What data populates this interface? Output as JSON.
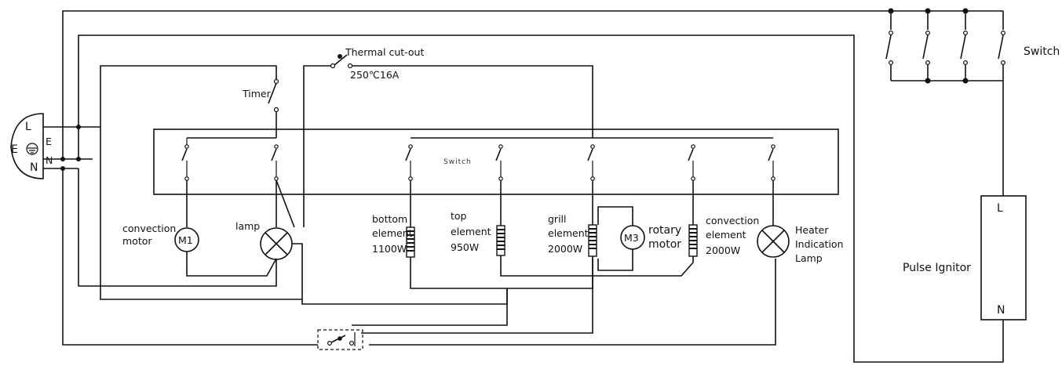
{
  "plug": {
    "L": "L",
    "E": "E",
    "N": "N"
  },
  "labels": {
    "thermal_cutout": "Thermal cut-out",
    "thermal_rating": "250℃16A",
    "timer": "Timer",
    "switch_bank": "Switch",
    "switch_right": "Switch",
    "convection_motor_1": "convection",
    "convection_motor_2": "motor",
    "m1": "M1",
    "lamp": "lamp",
    "bottom_1": "bottom",
    "bottom_2": "element",
    "bottom_3": "1100W",
    "top_1": "top",
    "top_2": "element",
    "top_3": "950W",
    "grill_1": "grill",
    "grill_2": "element",
    "grill_3": "2000W",
    "m3": "M3",
    "rotary_1": "rotary",
    "rotary_2": "motor",
    "conv_el_1": "convection",
    "conv_el_2": "element",
    "conv_el_3": "2000W",
    "heater_1": "Heater",
    "heater_2": "Indication",
    "heater_3": "Lamp",
    "pulse_ignitor": "Pulse Ignitor",
    "ignitor_L": "L",
    "ignitor_N": "N"
  }
}
